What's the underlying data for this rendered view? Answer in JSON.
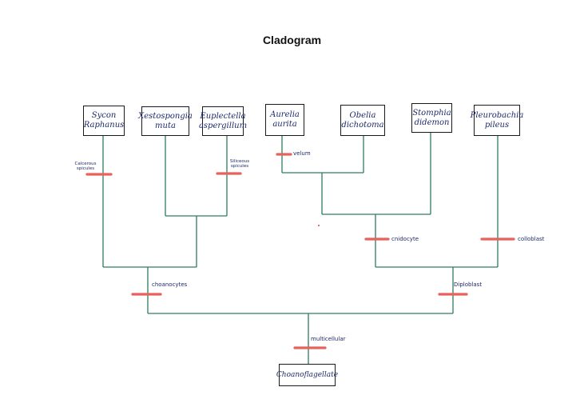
{
  "title": "Cladogram",
  "colors": {
    "branch": "#2e7d5e",
    "trait_bar": "#e8615a",
    "label": "#1e2a6a"
  },
  "taxa": [
    {
      "name": "Sycon Raphanus"
    },
    {
      "name": "Xestospongia muta"
    },
    {
      "name": "Euplectella aspergillum"
    },
    {
      "name": "Aurelia aurita"
    },
    {
      "name": "Obelia dichotoma"
    },
    {
      "name": "Stomphia didemon"
    },
    {
      "name": "Pleurobachia pileus"
    }
  ],
  "root": {
    "name": "Choanoflagellate"
  },
  "traits": {
    "calcareous": "Calcerous spicules",
    "siliceous": "Siliceous spicules",
    "velum": "velum",
    "cnidocyte": "cnidocyte",
    "colloblast": "colloblast",
    "choanocytes": "choanocytes",
    "diploblast": "Diploblast",
    "multicellular": "multicellular"
  }
}
